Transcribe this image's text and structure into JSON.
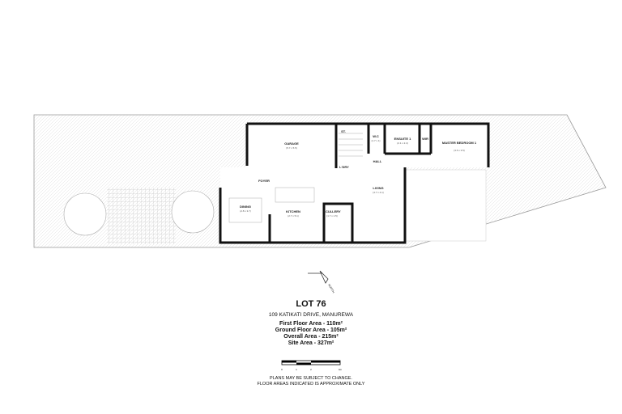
{
  "plan": {
    "rooms": [
      {
        "name": "GARAGE",
        "dims": "(5.7 x 5.5)"
      },
      {
        "name": "ST.",
        "dims": ""
      },
      {
        "name": "L'DRY",
        "dims": ""
      },
      {
        "name": "W.C",
        "dims": "(1.7 x 1)"
      },
      {
        "name": "ENSUITE 1",
        "dims": "(2.1 x 2.4)"
      },
      {
        "name": "WIR",
        "dims": ""
      },
      {
        "name": "MASTER BEDROOM 1",
        "dims": "(3.6 x 3.5)"
      },
      {
        "name": "HALL",
        "dims": ""
      },
      {
        "name": "FOYER",
        "dims": ""
      },
      {
        "name": "DINING",
        "dims": "(2.8 x 3.7)"
      },
      {
        "name": "KITCHEN",
        "dims": "(2.7 x 5.1)"
      },
      {
        "name": "SCULLERY",
        "dims": "(1.7 x 1.5)"
      },
      {
        "name": "LIVING",
        "dims": "(4.7 x 4.1)"
      }
    ],
    "north_label": "NORTH"
  },
  "info": {
    "lot": "LOT 76",
    "address": "109 KATIKATI DRIVE, MANUREWA",
    "areas": [
      "First Floor Area - 110m²",
      "Ground Floor Area - 105m²",
      "Overall Area - 215m²",
      "Site Area - 327m²"
    ],
    "scale_labels": [
      "0",
      "1",
      "2",
      "4m"
    ],
    "notes": [
      "PLANS MAY BE SUBJECT TO CHANGE.",
      "FLOOR AREAS INDICATED IS APPROXIMATE ONLY"
    ]
  }
}
